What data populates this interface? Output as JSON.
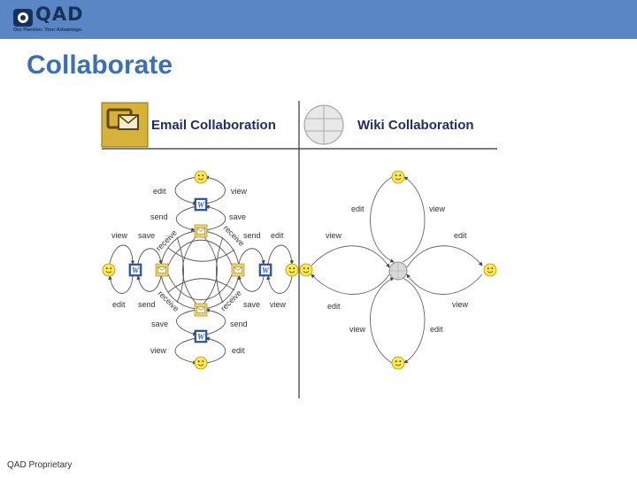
{
  "brand": {
    "name": "QAD",
    "tagline": "Our Passion. Your Advantage."
  },
  "page": {
    "title": "Collaborate",
    "footer": "QAD Proprietary"
  },
  "diagram": {
    "email_header": "Email Collaboration",
    "wiki_header": "Wiki Collaboration",
    "email_labels": {
      "top_edit": "edit",
      "top_view": "view",
      "top_send": "send",
      "top_save": "save",
      "left_view": "view",
      "left_save": "save",
      "right_send": "send",
      "right_edit": "edit",
      "left_edit": "edit",
      "left_send": "send",
      "right_save": "save",
      "right_view": "view",
      "bottom_save": "save",
      "bottom_send": "send",
      "bottom_view": "view",
      "bottom_edit": "edit",
      "receive_tl": "receive",
      "receive_tr": "receive",
      "receive_bl": "receive",
      "receive_br": "receive"
    },
    "wiki_labels": {
      "top_edit": "edit",
      "top_view": "view",
      "left_view": "view",
      "right_edit": "edit",
      "left_edit": "edit",
      "right_view": "view",
      "bottom_view": "view",
      "bottom_edit": "edit"
    }
  }
}
